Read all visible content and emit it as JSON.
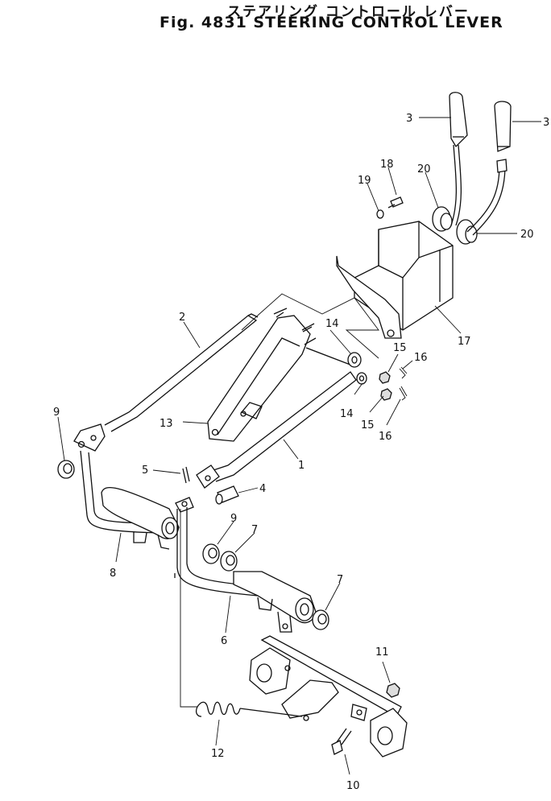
{
  "header": {
    "title_jp": "ステアリング コントロール レバー",
    "title_en": "Fig. 4831 STEERING CONTROL LEVER"
  },
  "callouts": {
    "c1": "1",
    "c2": "2",
    "c3a": "3",
    "c3b": "3",
    "c4": "4",
    "c5": "5",
    "c6": "6",
    "c7a": "7",
    "c7b": "7",
    "c8": "8",
    "c9a": "9",
    "c9b": "9",
    "c10": "10",
    "c11": "11",
    "c12": "12",
    "c13": "13",
    "c14a": "14",
    "c14b": "14",
    "c15a": "15",
    "c15b": "15",
    "c16a": "16",
    "c16b": "16",
    "c17": "17",
    "c18": "18",
    "c19": "19",
    "c20a": "20",
    "c20b": "20"
  }
}
